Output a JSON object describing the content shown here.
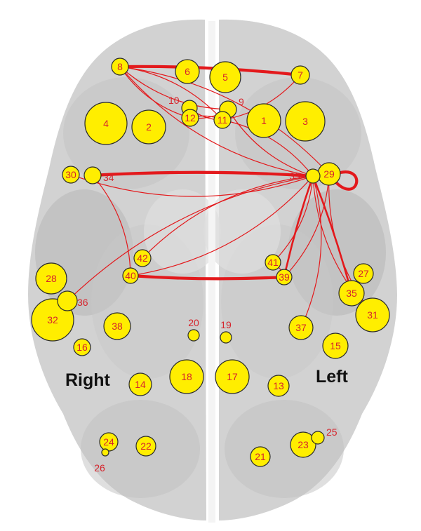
{
  "orientation": {
    "right": "Right",
    "left": "Left"
  },
  "colors": {
    "node_fill": "#ffee00",
    "node_stroke": "#2a2a2a",
    "label": "#d6242c",
    "connection": "#e3191c",
    "brain": "#cfcfcf"
  },
  "nodes": [
    {
      "id": "1"
    },
    {
      "id": "2"
    },
    {
      "id": "3"
    },
    {
      "id": "4"
    },
    {
      "id": "5"
    },
    {
      "id": "6"
    },
    {
      "id": "7"
    },
    {
      "id": "8"
    },
    {
      "id": "9"
    },
    {
      "id": "10"
    },
    {
      "id": "11"
    },
    {
      "id": "12"
    },
    {
      "id": "13"
    },
    {
      "id": "14"
    },
    {
      "id": "15"
    },
    {
      "id": "16"
    },
    {
      "id": "17"
    },
    {
      "id": "18"
    },
    {
      "id": "19"
    },
    {
      "id": "20"
    },
    {
      "id": "21"
    },
    {
      "id": "22"
    },
    {
      "id": "23"
    },
    {
      "id": "24"
    },
    {
      "id": "25"
    },
    {
      "id": "26"
    },
    {
      "id": "27"
    },
    {
      "id": "28"
    },
    {
      "id": "29"
    },
    {
      "id": "30"
    },
    {
      "id": "31"
    },
    {
      "id": "32"
    },
    {
      "id": "33"
    },
    {
      "id": "34"
    },
    {
      "id": "35"
    },
    {
      "id": "36"
    },
    {
      "id": "37"
    },
    {
      "id": "38"
    },
    {
      "id": "39"
    },
    {
      "id": "40"
    },
    {
      "id": "41"
    },
    {
      "id": "42"
    }
  ],
  "connections": [
    {
      "from": "8",
      "to": "7",
      "strength": "strong"
    },
    {
      "from": "8",
      "to": "33",
      "strength": "weak"
    },
    {
      "from": "8",
      "to": "29",
      "strength": "weak"
    },
    {
      "from": "8",
      "to": "9",
      "strength": "weak"
    },
    {
      "from": "8",
      "to": "11",
      "strength": "weak"
    },
    {
      "from": "8",
      "to": "12",
      "strength": "weak"
    },
    {
      "from": "7",
      "to": "11",
      "strength": "weak"
    },
    {
      "from": "12",
      "to": "9",
      "strength": "weak"
    },
    {
      "from": "12",
      "to": "11",
      "strength": "weak"
    },
    {
      "from": "10",
      "to": "11",
      "strength": "weak"
    },
    {
      "from": "11",
      "to": "33",
      "strength": "weak"
    },
    {
      "from": "9",
      "to": "33",
      "strength": "weak"
    },
    {
      "from": "34",
      "to": "33",
      "strength": "strong"
    },
    {
      "from": "30",
      "to": "33",
      "strength": "weak"
    },
    {
      "from": "34",
      "to": "40",
      "strength": "weak"
    },
    {
      "from": "40",
      "to": "33",
      "strength": "weak"
    },
    {
      "from": "42",
      "to": "33",
      "strength": "weak"
    },
    {
      "from": "40",
      "to": "39",
      "strength": "strong"
    },
    {
      "from": "33",
      "to": "41",
      "strength": "weak"
    },
    {
      "from": "33",
      "to": "39",
      "strength": "medium"
    },
    {
      "from": "33",
      "to": "35",
      "strength": "medium"
    },
    {
      "from": "33",
      "to": "31",
      "strength": "weak"
    },
    {
      "from": "33",
      "to": "37",
      "strength": "weak"
    },
    {
      "from": "33",
      "to": "36",
      "strength": "weak"
    },
    {
      "from": "29",
      "to": "39",
      "strength": "weak"
    },
    {
      "from": "29",
      "to": "31",
      "strength": "weak"
    },
    {
      "from": "41",
      "to": "39",
      "strength": "weak"
    },
    {
      "from": "29",
      "to": "29",
      "strength": "strong"
    }
  ]
}
